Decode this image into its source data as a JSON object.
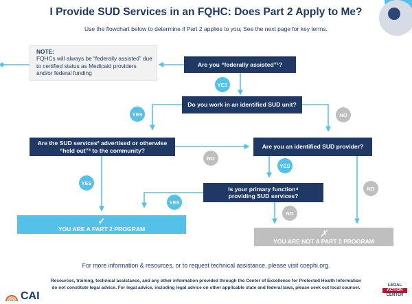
{
  "header": {
    "title": "I Provide SUD Services in an FQHC: Does Part 2 Apply to Me?",
    "subtitle": "Use the flowchart below to determine if Part 2 applies to you; See the next page for key terms."
  },
  "note": {
    "label": "NOTE:",
    "text": "FQHCs will always be “federally assisted” due to certified status as Medicaid providers and/or federal funding"
  },
  "questions": {
    "q1": "Are you “federally assisted”¹?",
    "q2": "Do you work in an identified SUD unit?",
    "q3": "Are the SUD services² advertised or otherwise “held out”³ to the community?",
    "q4": "Are you an identified SUD provider?",
    "q5": "Is your primary function⁴ providing SUD services?"
  },
  "answers": {
    "yes": "YES",
    "no": "NO"
  },
  "results": {
    "part2": "YOU ARE A PART 2 PROGRAM",
    "part2_mark": "✓",
    "not_part2": "YOU ARE NOT A PART 2 PROGRAM",
    "not_part2_mark": "✗"
  },
  "footer": {
    "info": "For more information & resources, or to request technical assistance, please visit coephi.org.",
    "disclaimer_line1": "Resources, training, technical assistance, and any other information provided through the Center of Excellence for Protected Health Information",
    "disclaimer_line2": "do not constitute legal advice. For legal advice, including legal advice on other applicable state and federal laws, please seek out local counsel."
  },
  "logos": {
    "cai": "CAI",
    "lac_line1": "LEGAL",
    "lac_line2": "ACTION",
    "lac_line3": "CENTER"
  },
  "colors": {
    "navy": "#1f3864",
    "yes": "#56c1e8",
    "no": "#bfbfbf",
    "result_yes": "#56c1e8",
    "result_no": "#bfbfbf",
    "lac_red": "#c8102e"
  }
}
